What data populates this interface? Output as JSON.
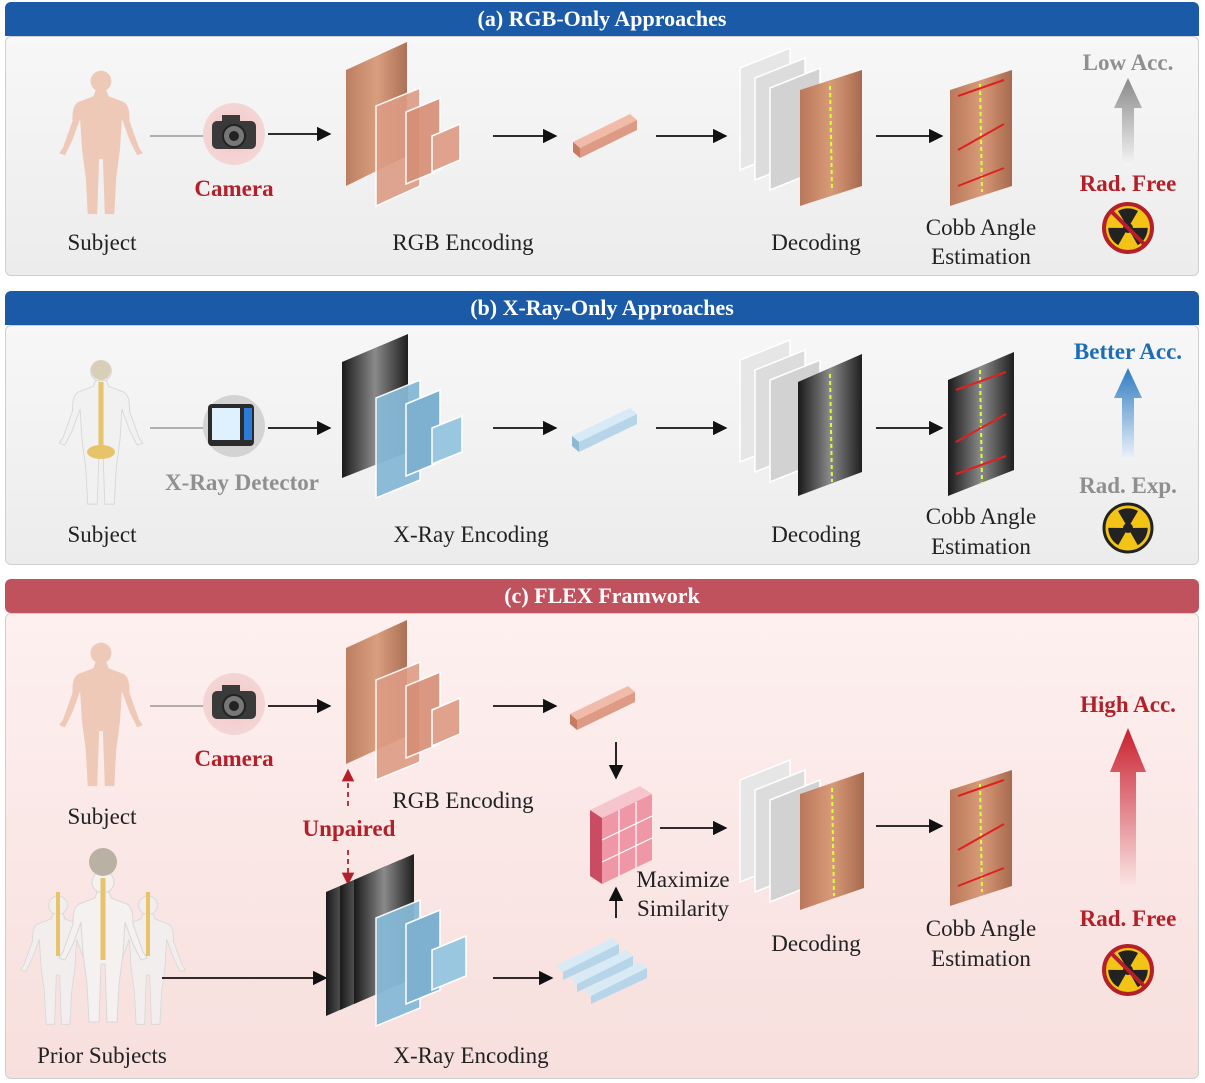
{
  "panels": {
    "a": {
      "title": "(a) RGB-Only Approaches",
      "subject": "Subject",
      "device": "Camera",
      "encoding": "RGB Encoding",
      "decoding": "Decoding",
      "estimation_line1": "Cobb Angle",
      "estimation_line2": "Estimation",
      "accuracy": "Low Acc.",
      "radiation": "Rad. Free"
    },
    "b": {
      "title": "(b) X-Ray-Only Approaches",
      "subject": "Subject",
      "device": "X-Ray Detector",
      "encoding": "X-Ray Encoding",
      "decoding": "Decoding",
      "estimation_line1": "Cobb Angle",
      "estimation_line2": "Estimation",
      "accuracy": "Better Acc.",
      "radiation": "Rad. Exp."
    },
    "c": {
      "title": "(c) FLEX Framwork",
      "subject": "Subject",
      "prior_subjects": "Prior Subjects",
      "device": "Camera",
      "rgb_encoding": "RGB Encoding",
      "xray_encoding": "X-Ray Encoding",
      "unpaired": "Unpaired",
      "similarity_line1": "Maximize",
      "similarity_line2": "Similarity",
      "decoding": "Decoding",
      "estimation_line1": "Cobb Angle",
      "estimation_line2": "Estimation",
      "accuracy": "High Acc.",
      "radiation": "Rad. Free"
    }
  },
  "colors": {
    "header_blue": "#1b5aa6",
    "header_red": "#c0525e",
    "rgb_block": "#d9907a",
    "xray_block": "#7fb3d1",
    "label_red": "#b3202a",
    "label_blue": "#1d6db5",
    "label_gray": "#8f8f8f"
  },
  "icons": [
    "camera-icon",
    "xray-detector-icon",
    "radiation-free-icon",
    "radiation-icon",
    "human-body-icon",
    "skeleton-icon"
  ]
}
